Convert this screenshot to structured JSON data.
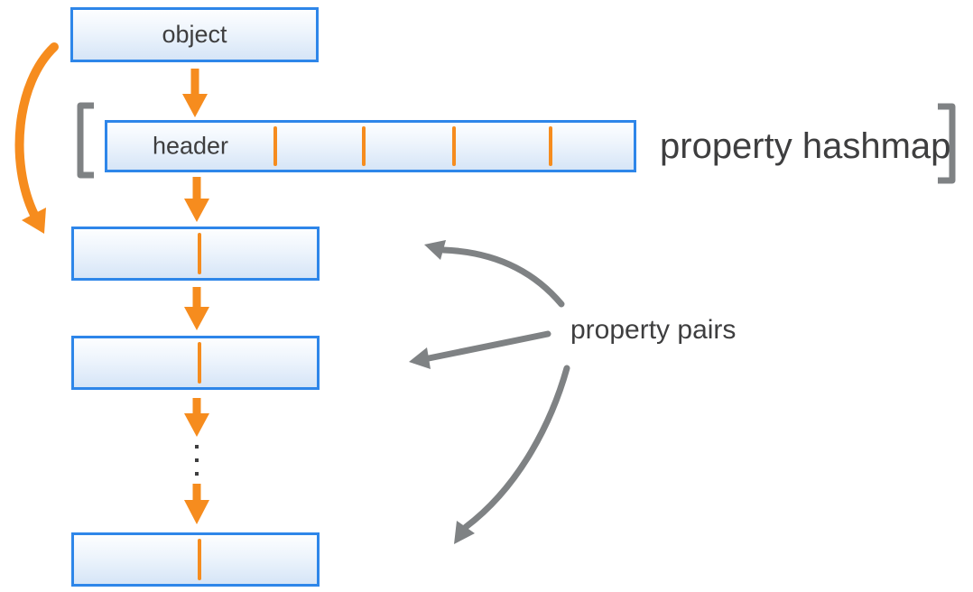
{
  "diagram": {
    "boxes": {
      "object": {
        "label": "object"
      },
      "hashmap": {
        "header_label": "header",
        "slot_divider_count": 4
      },
      "property_pair_count": 3
    },
    "annotations": {
      "hashmap_label": "property hashmap",
      "pairs_label": "property pairs"
    },
    "colors": {
      "accent_orange": "#F68C1E",
      "box_border_blue": "#2E86E9",
      "box_fill_top": "#FDFEFF",
      "box_fill_bottom": "#D6E5F7",
      "gray": "#7F8284",
      "text_dark": "#3E3E3F"
    }
  }
}
